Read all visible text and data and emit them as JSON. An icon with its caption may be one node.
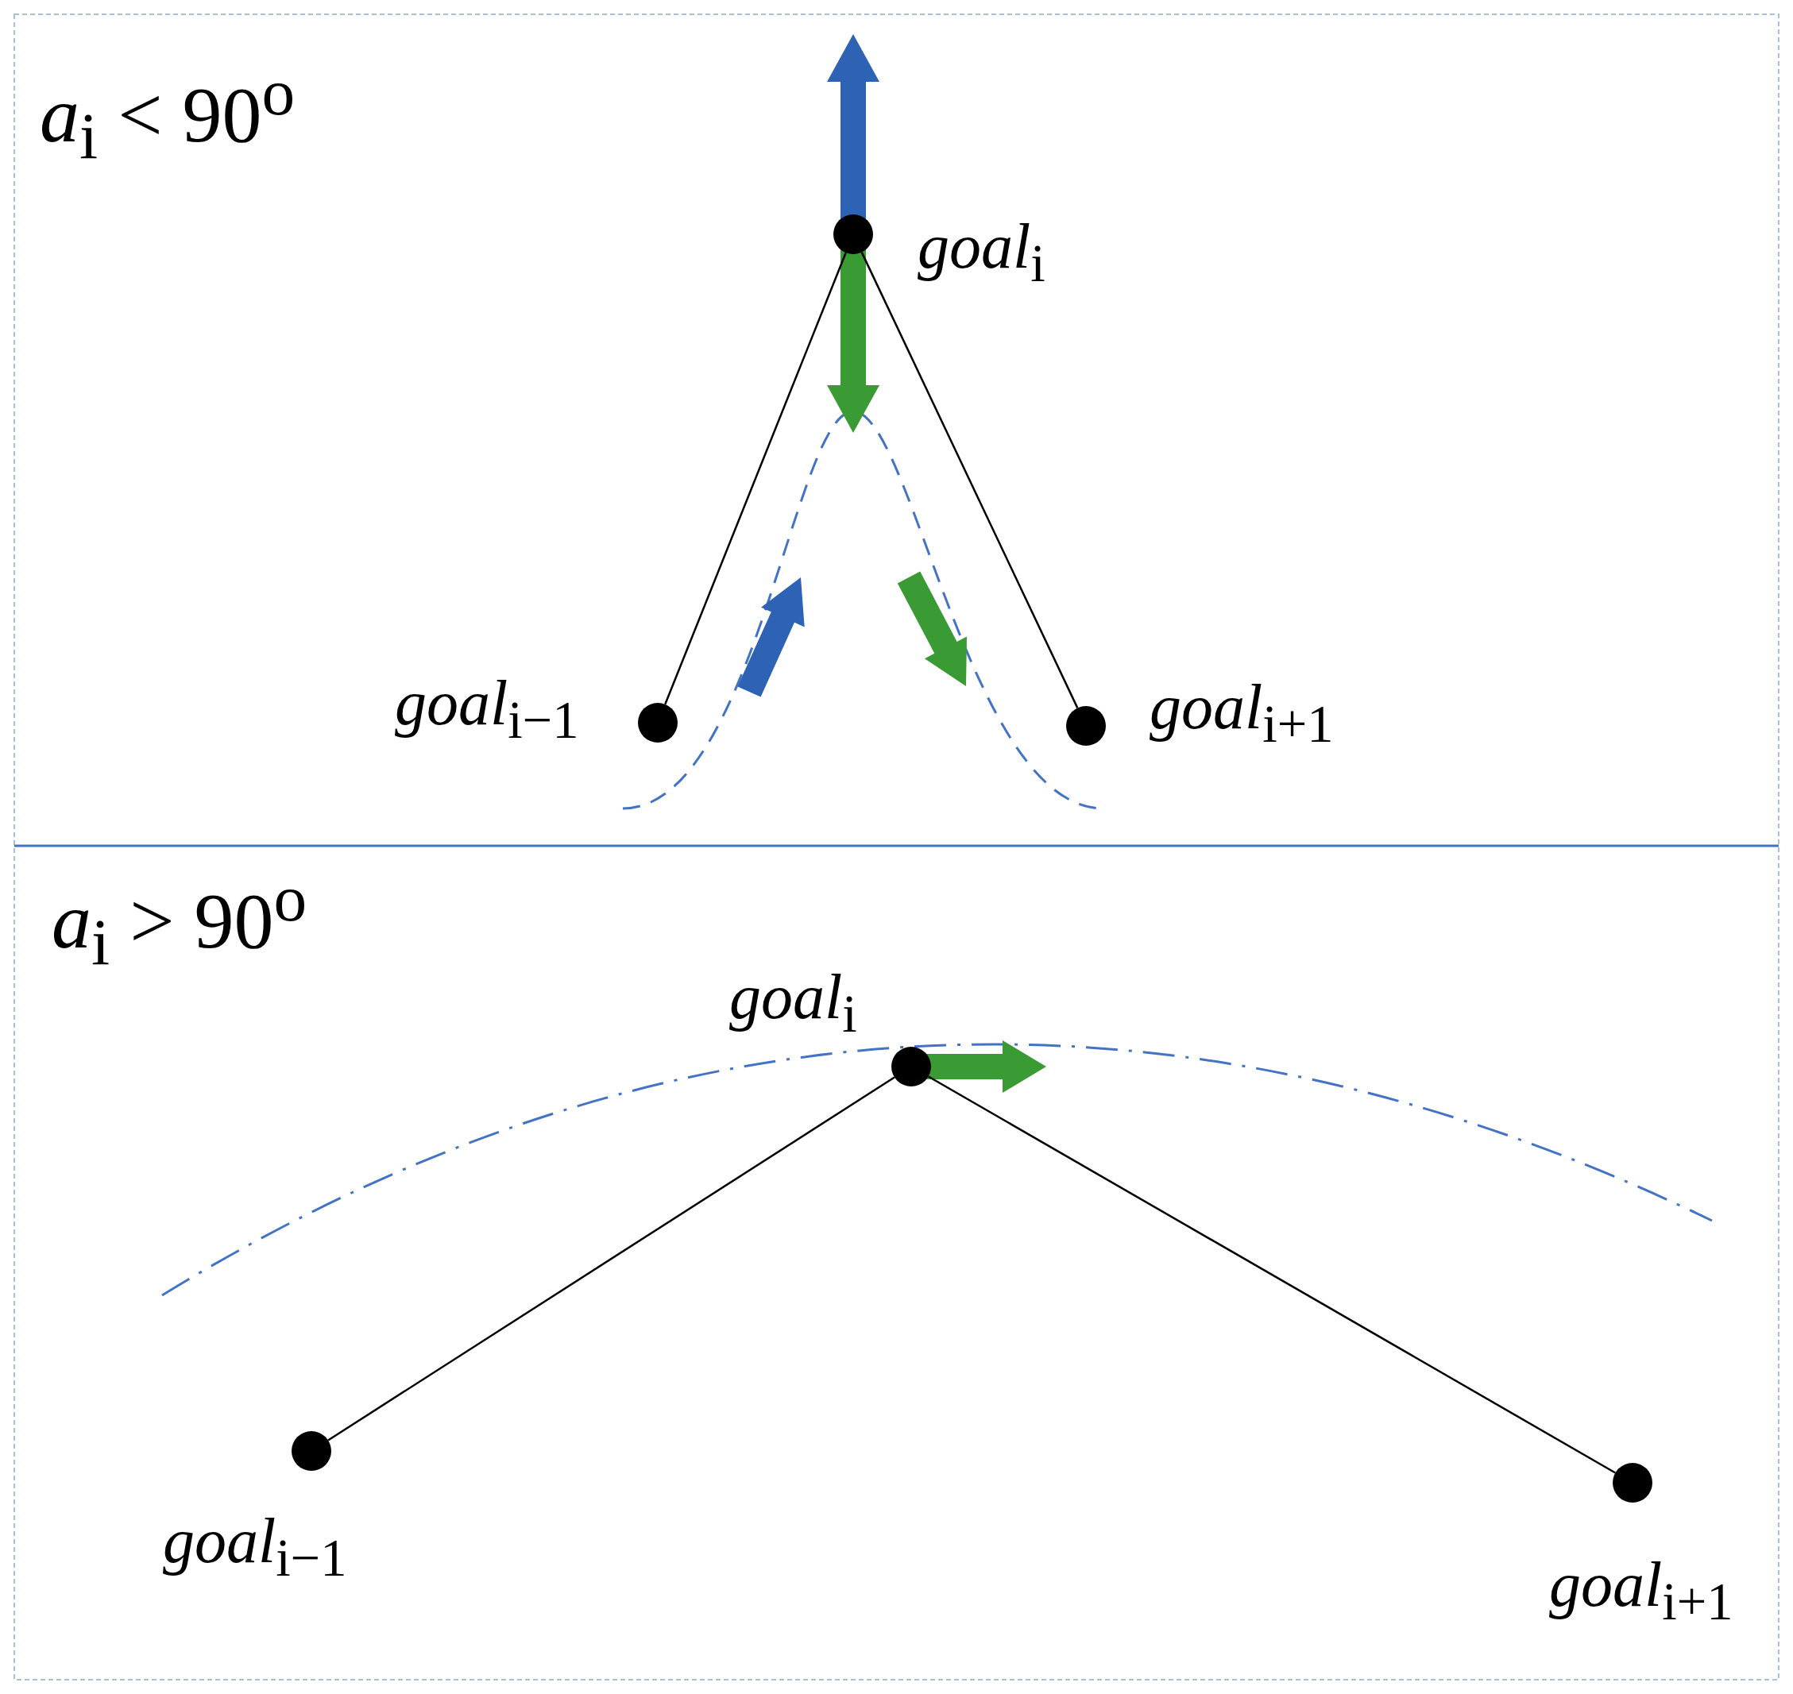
{
  "diagram": {
    "nodes": [
      {
        "text": [],
        "shape": "circle",
        "beside": [
          "*goal*$_{i}$"
        ]
      },
      {
        "text": [],
        "shape": "circle",
        "beside": [
          "*goal*$_{i−1}$"
        ]
      },
      {
        "text": [],
        "shape": "circle",
        "beside": [
          "*goal*$_{i+1}$"
        ]
      },
      {
        "text": [],
        "shape": "circle",
        "beside": [
          "*goal*$_{i}$"
        ]
      },
      {
        "text": [],
        "shape": "circle",
        "beside": [
          "*goal*$_{i−1}$"
        ]
      },
      {
        "text": [],
        "shape": "circle",
        "beside": [
          "*goal*$_{i+1}$"
        ]
      }
    ],
    "edges": [
      {
        "from": 0,
        "to": 1,
        "arrow": "none"
      },
      {
        "from": 0,
        "to": 2,
        "arrow": "none"
      },
      {
        "from": 3,
        "to": 4,
        "arrow": "none"
      },
      {
        "from": 3,
        "to": 5,
        "arrow": "none"
      }
    ],
    "labels": [
      "*a*$_{i}$ < 90$^{o}$",
      "*a*$_{i}$ > 90$^{o}$"
    ]
  }
}
